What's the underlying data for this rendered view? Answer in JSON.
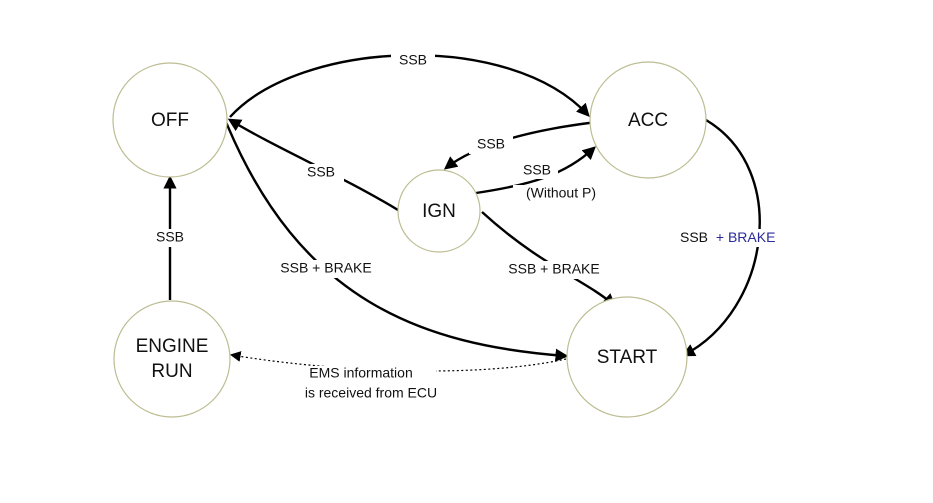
{
  "nodes": {
    "off": "OFF",
    "acc": "ACC",
    "ign": "IGN",
    "engine_run_line1": "ENGINE",
    "engine_run_line2": "RUN",
    "start": "START"
  },
  "edges": {
    "off_to_acc": "SSB",
    "acc_to_ign": "SSB",
    "ign_to_acc_line1": "SSB",
    "ign_to_acc_line2": "(Without P)",
    "ign_to_off": "SSB",
    "engine_run_to_off": "SSB",
    "off_to_start": "SSB + BRAKE",
    "ign_to_start": "SSB + BRAKE",
    "acc_to_start_part1": "SSB",
    "acc_to_start_part2": "+ BRAKE",
    "ems_line1": "EMS information",
    "ems_line2": "is received from ECU"
  },
  "colors": {
    "accent": "#2a2a9a",
    "node_border": "#bdbd93"
  }
}
